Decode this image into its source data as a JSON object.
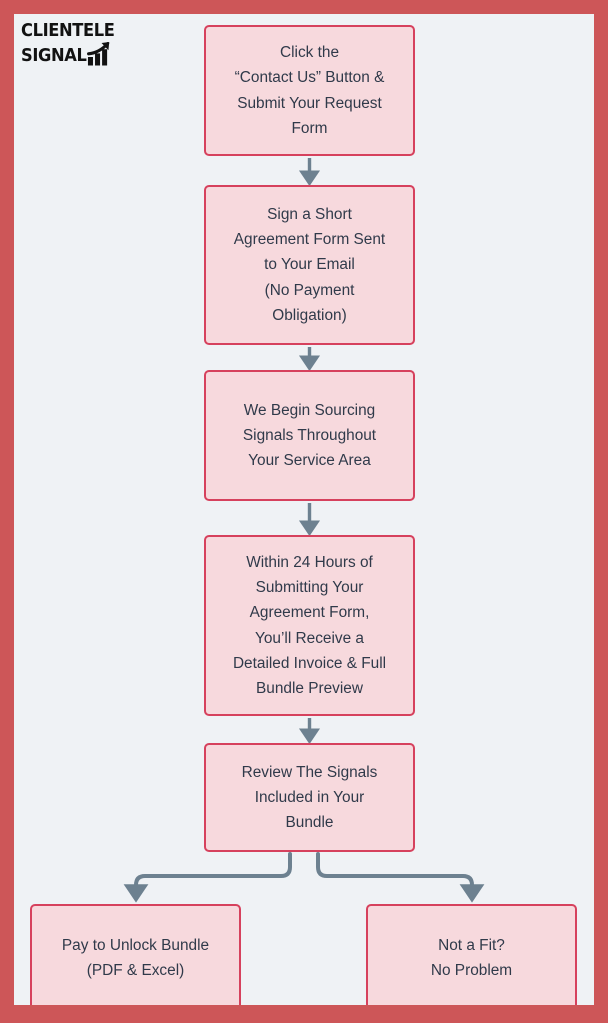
{
  "brand": {
    "name_line_1": "CLIENTELE",
    "name_line_2": "SIGNAL",
    "logo_icon": "bar-chart-growth-arrow-icon"
  },
  "colors": {
    "frame": "#cd5658",
    "canvas_background": "#eff2f5",
    "box_fill": "#f7d9dd",
    "box_border": "#d6415d",
    "box_text": "#303a4a",
    "connector": "#6d8190",
    "logo_text": "#121212"
  },
  "flow": {
    "title": "Clientele Signal Process Flowchart",
    "nodes": [
      {
        "id": "contact-form",
        "step": 1,
        "text": "Click the\n“Contact Us” Button &\nSubmit Your Request\nForm"
      },
      {
        "id": "agreement-form",
        "step": 2,
        "text": "Sign a Short\nAgreement Form Sent\nto Your Email\n(No Payment\nObligation)"
      },
      {
        "id": "sourcing",
        "step": 3,
        "text": "We Begin Sourcing\nSignals Throughout\nYour Service Area"
      },
      {
        "id": "invoice-preview",
        "step": 4,
        "text": "Within 24 Hours of\nSubmitting Your\nAgreement Form,\nYou’ll Receive a\nDetailed Invoice & Full\nBundle Preview"
      },
      {
        "id": "review-signals",
        "step": 5,
        "text": "Review The Signals\nIncluded in Your\nBundle"
      },
      {
        "id": "pay-unlock",
        "step": 6,
        "text": "Pay to Unlock Bundle\n(PDF & Excel)"
      },
      {
        "id": "not-a-fit",
        "step": 7,
        "text": "Not a Fit?\nNo Problem"
      }
    ],
    "connectors": [
      {
        "id": "arrow-1",
        "from": "contact-form",
        "to": "agreement-form",
        "type": "straight-down-arrow"
      },
      {
        "id": "arrow-2",
        "from": "agreement-form",
        "to": "sourcing",
        "type": "straight-down-arrow"
      },
      {
        "id": "arrow-3",
        "from": "sourcing",
        "to": "invoice-preview",
        "type": "straight-down-arrow"
      },
      {
        "id": "arrow-4",
        "from": "invoice-preview",
        "to": "review-signals",
        "type": "straight-down-arrow"
      },
      {
        "id": "branch-left",
        "from": "review-signals",
        "to": "pay-unlock",
        "type": "elbow-arrow-left"
      },
      {
        "id": "branch-right",
        "from": "review-signals",
        "to": "not-a-fit",
        "type": "elbow-arrow-right"
      }
    ]
  }
}
